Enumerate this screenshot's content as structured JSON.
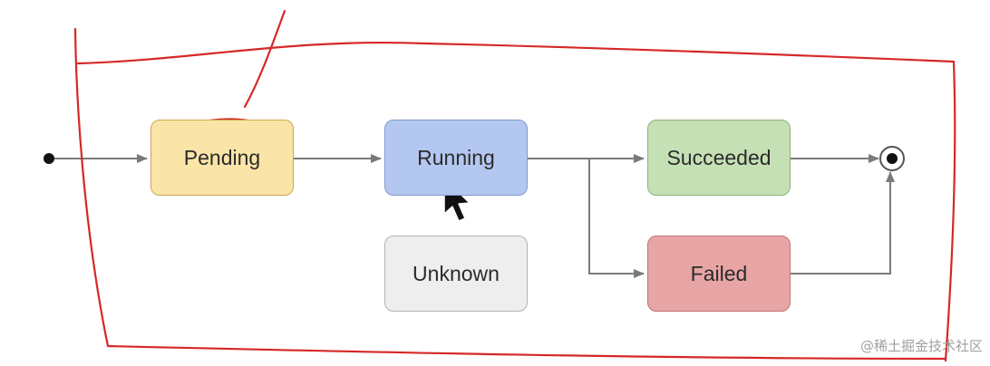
{
  "diagram": {
    "states": [
      {
        "id": "pending",
        "label": "Pending",
        "fill": "#fbe4a8",
        "stroke": "#c9a94f"
      },
      {
        "id": "running",
        "label": "Running",
        "fill": "#b4c7f0",
        "stroke": "#8199cc"
      },
      {
        "id": "succeeded",
        "label": "Succeeded",
        "fill": "#c6e0b5",
        "stroke": "#8db27b"
      },
      {
        "id": "unknown",
        "label": "Unknown",
        "fill": "#eeeeee",
        "stroke": "#b3b3b3"
      },
      {
        "id": "failed",
        "label": "Failed",
        "fill": "#e8a5a5",
        "stroke": "#c07575"
      }
    ],
    "transitions": [
      {
        "from": "start",
        "to": "pending"
      },
      {
        "from": "pending",
        "to": "running"
      },
      {
        "from": "running",
        "to": "succeeded"
      },
      {
        "from": "running",
        "to": "failed"
      },
      {
        "from": "succeeded",
        "to": "end"
      },
      {
        "from": "failed",
        "to": "end"
      }
    ],
    "edge_color": "#7a7a7a",
    "annotation_color": "#d62828"
  },
  "watermark": "@稀土掘金技术社区"
}
